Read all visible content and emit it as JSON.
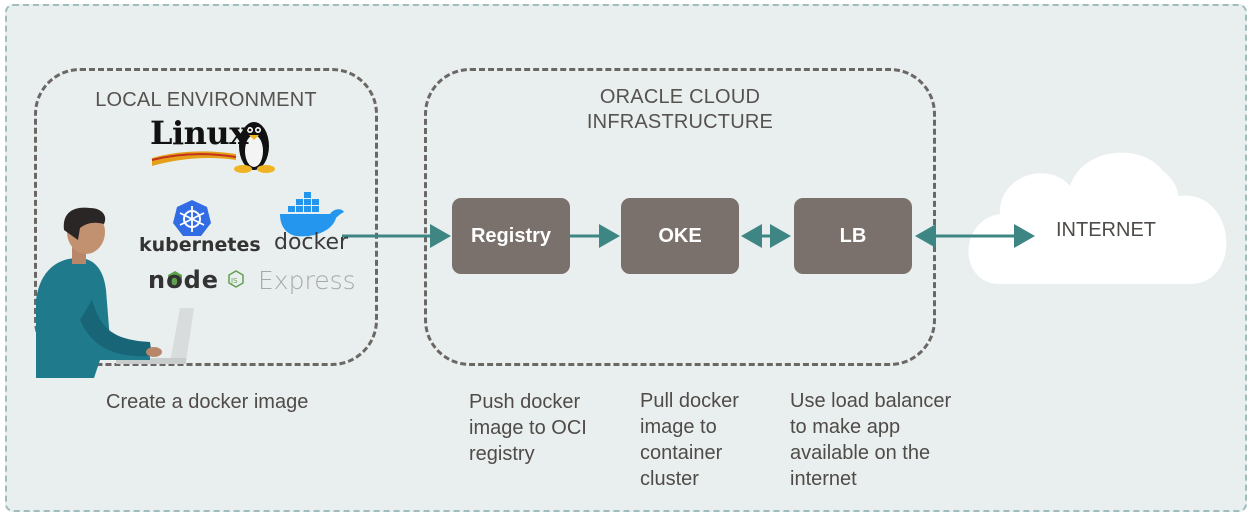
{
  "zones": {
    "local": {
      "title": "LOCAL ENVIRONMENT"
    },
    "oci": {
      "title": "ORACLE CLOUD\nINFRASTRUCTURE"
    }
  },
  "logos": {
    "linux": "Linux",
    "kubernetes": "kubernetes",
    "docker": "docker",
    "node": "node",
    "express": "Express"
  },
  "nodes": {
    "registry": "Registry",
    "oke": "OKE",
    "lb": "LB",
    "internet": "INTERNET"
  },
  "captions": {
    "local": "Create a docker image",
    "push": "Push docker\nimage to OCI\nregistry",
    "pull": "Pull docker\nimage to\ncontainer\ncluster",
    "lb": "Use load balancer\nto make app\navailable on the\ninternet"
  },
  "colors": {
    "background": "#e9efee",
    "zone_border": "#6a6764",
    "node_box": "#7a716c",
    "arrow": "#3e8684",
    "person_shirt": "#1f7a8c",
    "k8s_blue": "#326ce5",
    "docker_blue": "#2496ed",
    "node_green": "#5fa04e"
  },
  "icons": [
    "person-at-laptop-icon",
    "linux-tux-icon",
    "kubernetes-helm-icon",
    "docker-whale-icon",
    "cloud-icon"
  ]
}
